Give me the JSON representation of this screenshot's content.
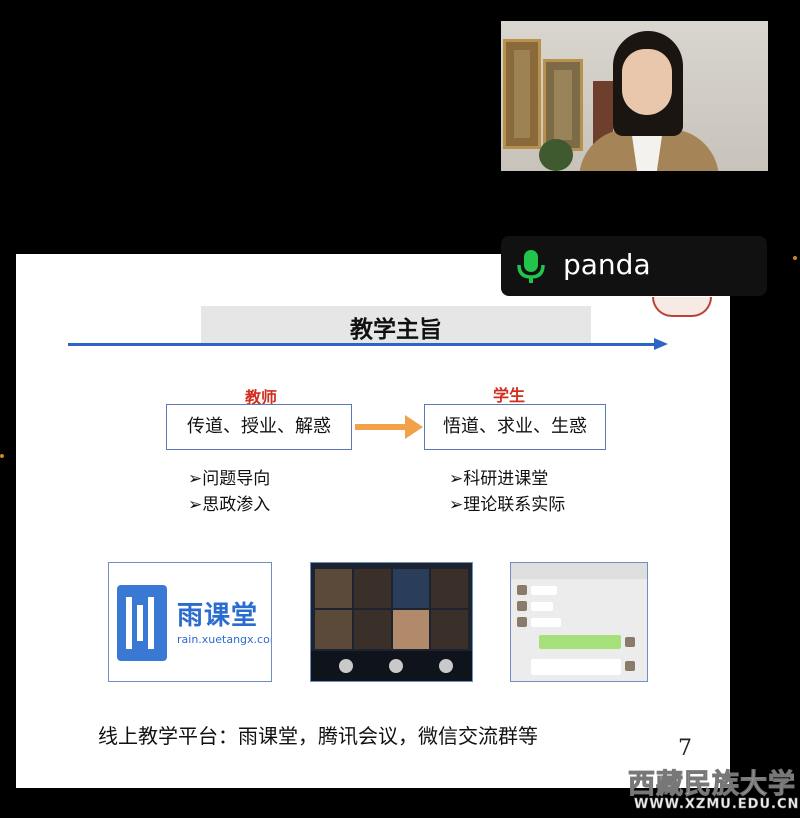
{
  "slide": {
    "title": "教学主旨",
    "teacher_label": "教师",
    "student_label": "学生",
    "teacher_box": "传道、授业、解惑",
    "student_box": "悟道、求业、生惑",
    "teacher_bullets": [
      "➢问题导向",
      "➢思政渗入"
    ],
    "student_bullets": [
      "➢科研进课堂",
      "➢理论联系实际"
    ],
    "rain_name": "雨课堂",
    "rain_url": "rain.xuetangx.com",
    "footer": "线上教学平台：雨课堂，腾讯会议，微信交流群等",
    "page_number": "7"
  },
  "speaker": {
    "name": "panda",
    "icon": "microphone-icon"
  },
  "watermark": {
    "title": "西藏民族大学",
    "url": "WWW.XZMU.EDU.CN"
  },
  "colors": {
    "accent_blue": "#2e64c6",
    "role_red": "#d22d1f",
    "arrow_orange": "#f0a149",
    "mic_green": "#22c44a"
  }
}
